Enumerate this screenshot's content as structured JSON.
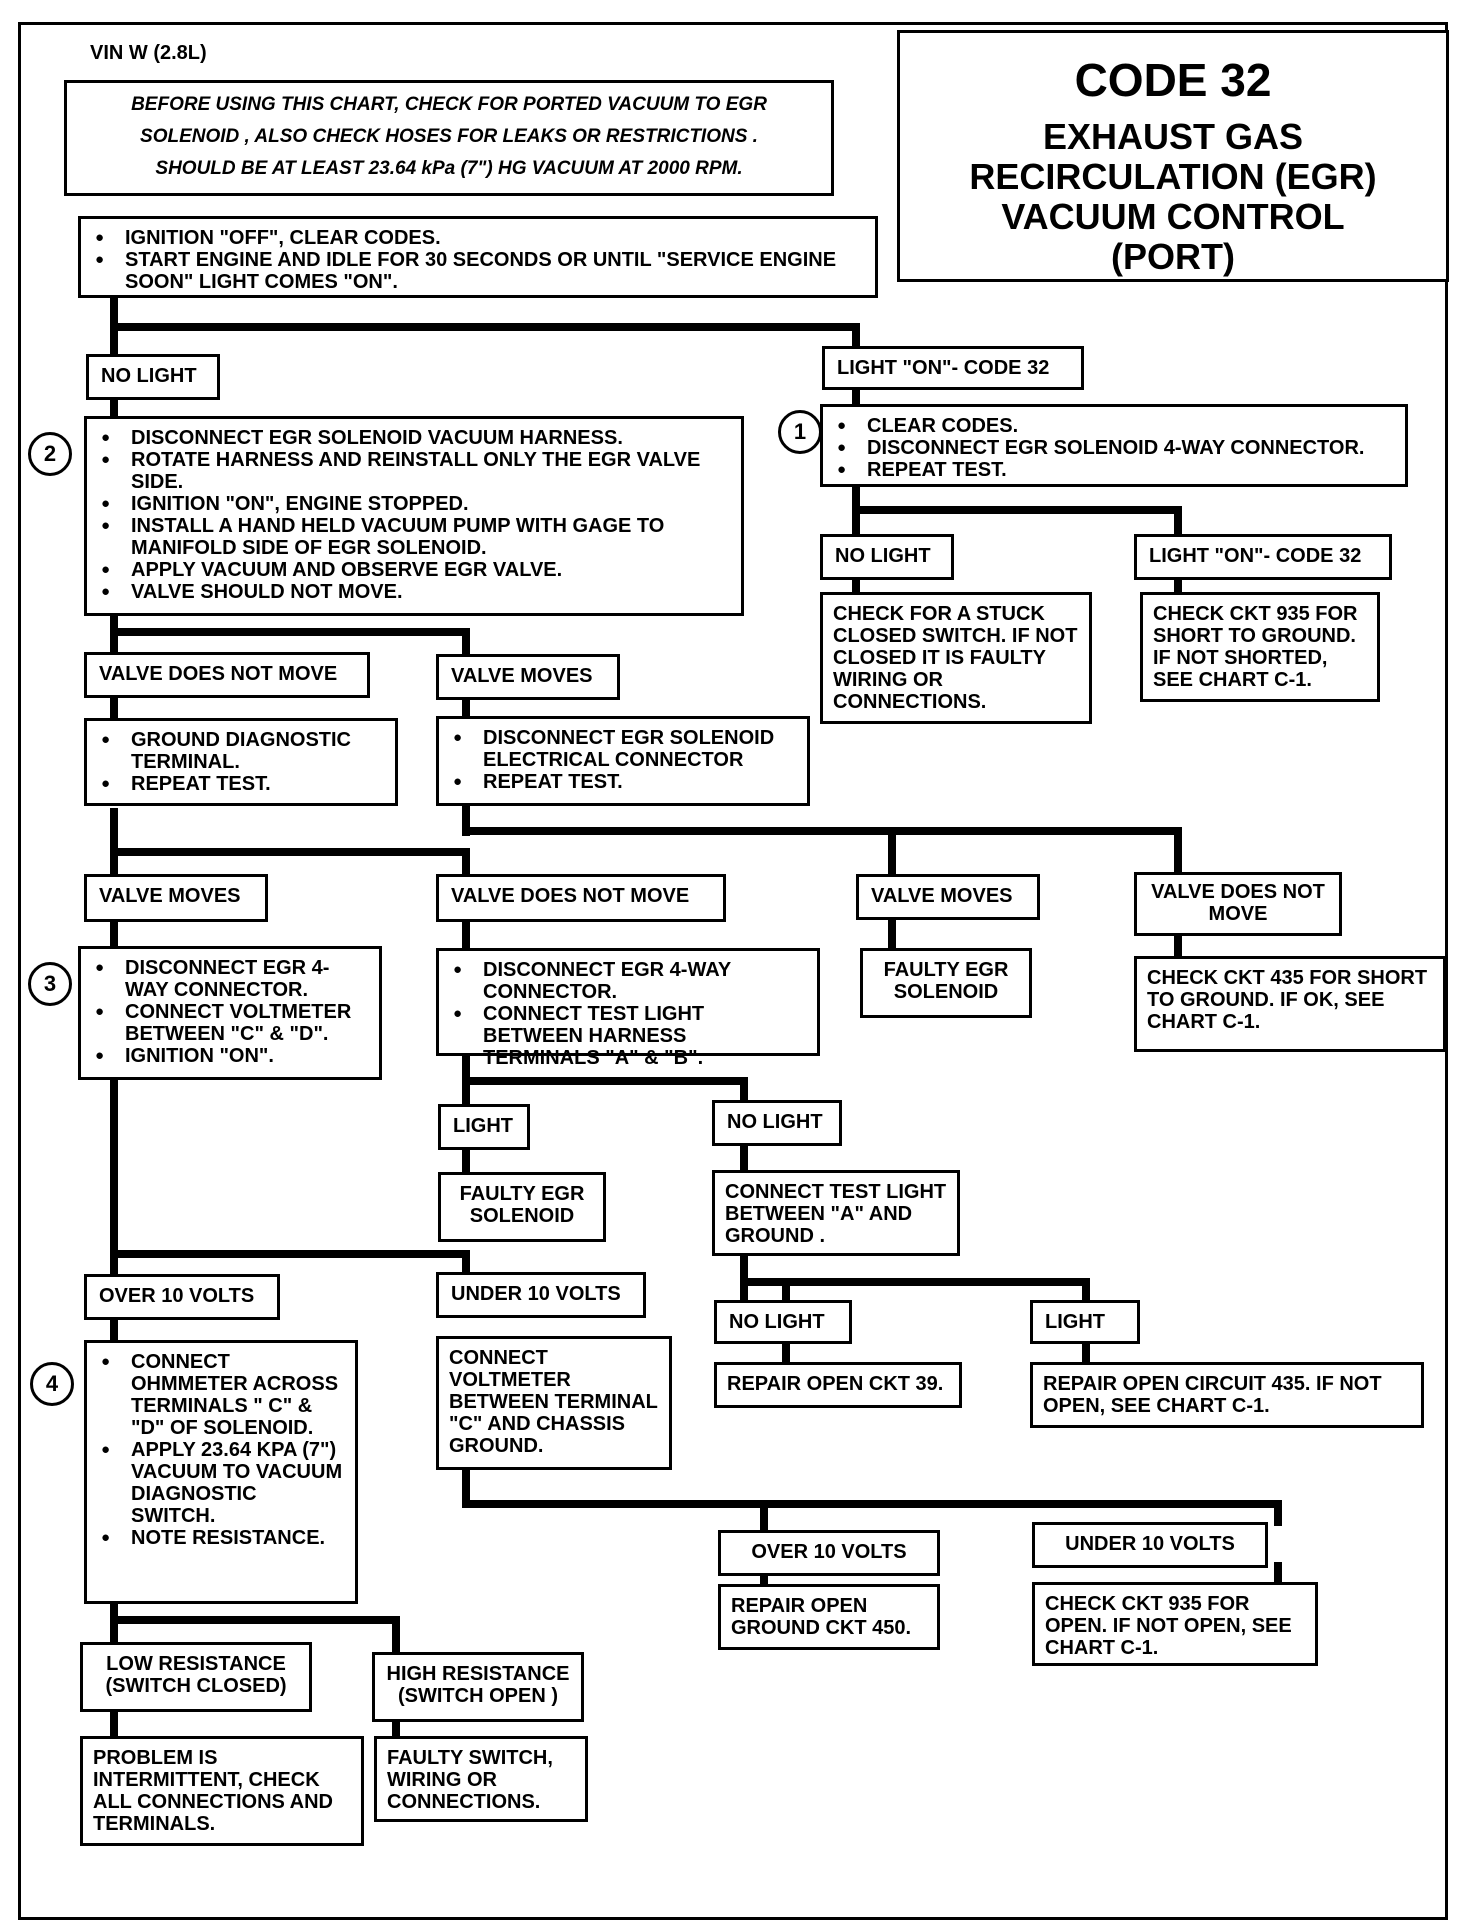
{
  "vin": "VIN W (2.8L)",
  "title": {
    "code": "CODE 32",
    "description": "EXHAUST GAS\nRECIRCULATION (EGR)\nVACUUM CONTROL\n(PORT)"
  },
  "note": {
    "line1": "BEFORE USING THIS CHART, CHECK FOR PORTED VACUUM TO EGR",
    "line2": "SOLENOID , ALSO CHECK HOSES FOR LEAKS OR RESTRICTIONS .",
    "line3": "SHOULD BE  AT LEAST 23.64 kPa (7\") HG VACUUM AT 2000 RPM."
  },
  "start": {
    "items": [
      "IGNITION \"OFF\", CLEAR CODES.",
      "START ENGINE AND IDLE FOR 30 SECONDS OR UNTIL \"SERVICE  ENGINE SOON\" LIGHT COMES \"ON\"."
    ]
  },
  "steps": {
    "s1": "1",
    "s2": "2",
    "s3": "3",
    "s4": "4"
  },
  "labels": {
    "no_light_1": "NO LIGHT",
    "light_on_1": "LIGHT \"ON\"- CODE 32",
    "no_light_2": "NO LIGHT",
    "light_on_2": "LIGHT \"ON\"- CODE 32",
    "valve_not_move_1": "VALVE DOES NOT MOVE",
    "valve_moves_1": "VALVE MOVES",
    "valve_moves_2": "VALVE MOVES",
    "valve_not_move_2": "VALVE DOES NOT MOVE",
    "valve_moves_3": "VALVE MOVES",
    "valve_not_move_3": "VALVE DOES NOT MOVE",
    "light_3": "LIGHT",
    "no_light_3": "NO LIGHT",
    "over10_1": "OVER 10  VOLTS",
    "under10_1": "UNDER 10  VOLTS",
    "no_light_4": "NO LIGHT",
    "light_4": "LIGHT",
    "over10_2": "OVER 10  VOLTS",
    "under10_2": "UNDER 10  VOLTS",
    "low_res": "LOW RESISTANCE (SWITCH CLOSED)",
    "high_res": "HIGH RESISTANCE (SWITCH OPEN )"
  },
  "actions": {
    "step1": [
      "CLEAR CODES.",
      "DISCONNECT EGR SOLENOID 4-WAY CONNECTOR.",
      "REPEAT TEST."
    ],
    "step2": [
      "DISCONNECT EGR SOLENOID VACUUM HARNESS.",
      "ROTATE HARNESS AND REINSTALL ONLY THE EGR VALVE SIDE.",
      "IGNITION \"ON\", ENGINE STOPPED.",
      "INSTALL A HAND HELD VACUUM PUMP WITH GAGE TO MANIFOLD SIDE OF EGR SOLENOID.",
      "APPLY VACUUM AND OBSERVE EGR VALVE.",
      "VALVE SHOULD NOT MOVE."
    ],
    "ground_diag": [
      "GROUND DIAGNOSTIC TERMINAL.",
      "REPEAT TEST."
    ],
    "disconnect_elec": [
      "DISCONNECT EGR SOLENOID ELECTRICAL CONNECTOR",
      "REPEAT TEST."
    ],
    "step3": [
      "DISCONNECT EGR 4-WAY CONNECTOR.",
      "CONNECT VOLTMETER BETWEEN \"C\" & \"D\".",
      "IGNITION \"ON\"."
    ],
    "test_light_ab": [
      "DISCONNECT EGR 4-WAY CONNECTOR.",
      "CONNECT TEST LIGHT BETWEEN HARNESS TERMINALS \"A\" & \"B\"."
    ],
    "step4": [
      "CONNECT OHMMETER ACROSS TERMINALS \" C\" & \"D\" OF SOLENOID.",
      "APPLY 23.64 kPa (7\") VACUUM TO VACUUM DIAGNOSTIC SWITCH.",
      "NOTE RESISTANCE."
    ]
  },
  "results": {
    "stuck_switch": "CHECK FOR A STUCK CLOSED SWITCH.  IF NOT CLOSED IT IS FAULTY WIRING OR CONNECTIONS.",
    "ckt935_short": "CHECK CKT 935 FOR SHORT TO GROUND.  IF NOT SHORTED, SEE CHART C-1.",
    "faulty_sol_1": "FAULTY EGR SOLENOID",
    "ckt435_short": "CHECK CKT 435 FOR SHORT TO GROUND.  IF OK, SEE CHART C-1.",
    "faulty_sol_2": "FAULTY EGR SOLENOID",
    "test_light_ground": "CONNECT TEST LIGHT BETWEEN  \"A\"  AND GROUND .",
    "repair_39": "REPAIR OPEN CKT 39.",
    "repair_435": "REPAIR OPEN CIRCUIT 435.  IF NOT OPEN, SEE CHART C-1.",
    "voltmeter_c": "CONNECT VOLTMETER BETWEEN TERMINAL \"C\" AND CHASSIS GROUND.",
    "repair_450": "REPAIR OPEN GROUND CKT 450.",
    "ckt935_open": "CHECK CKT 935 FOR OPEN.  IF NOT OPEN, SEE CHART C-1.",
    "intermittent": "PROBLEM IS INTERMITTENT, CHECK ALL CONNECTIONS AND TERMINALS.",
    "faulty_switch": "FAULTY SWITCH, WIRING OR CONNECTIONS."
  }
}
